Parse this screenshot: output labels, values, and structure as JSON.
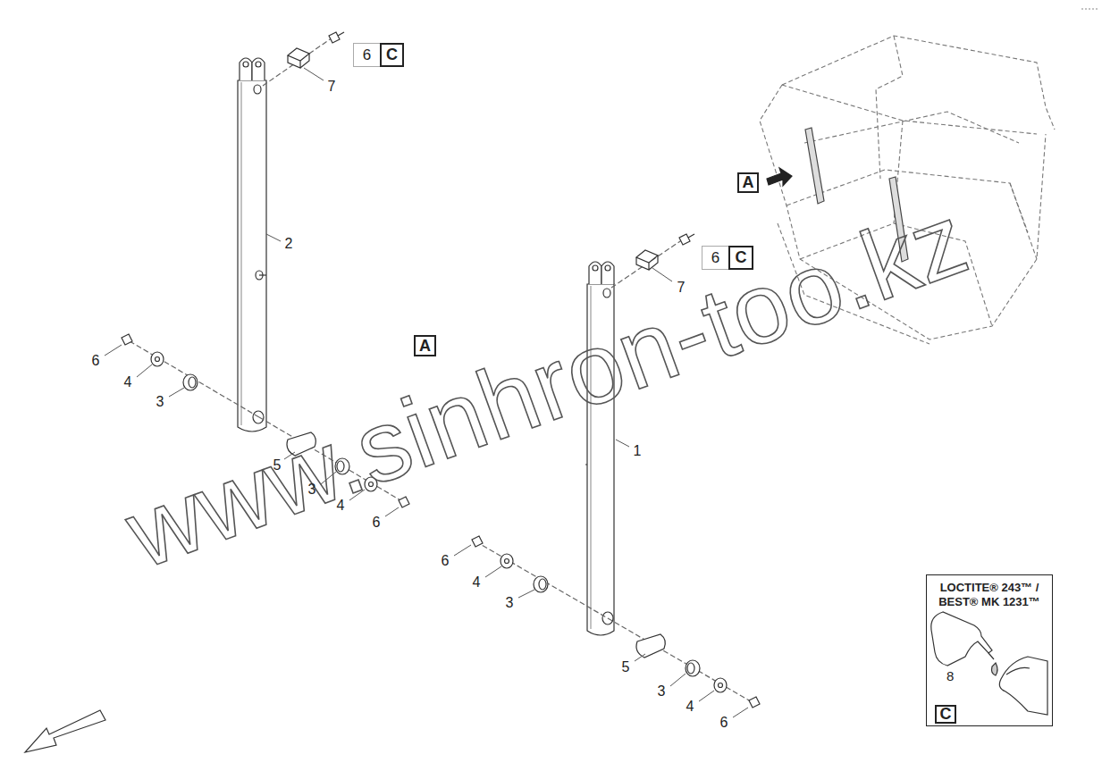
{
  "diagram": {
    "nodes": [
      {
        "text": [
          "6"
        ]
      },
      {
        "text": [
          "C"
        ]
      },
      {
        "text": [
          "6"
        ]
      },
      {
        "text": [
          "C"
        ]
      },
      {
        "text": [
          "A"
        ]
      },
      {
        "text": [
          "A"
        ]
      },
      {
        "text": [
          "LOCTITE® 243™ / BEST® MK 1231™",
          "8"
        ]
      },
      {
        "text": [
          "C"
        ],
        "in": 6
      }
    ],
    "edges": [],
    "labels": [
      "7",
      "2",
      "6",
      "4",
      "3",
      "5",
      "3",
      "4",
      "6",
      "1",
      "7",
      "6",
      "4",
      "3",
      "5",
      "3",
      "4",
      "6",
      "www.sinhron-too.kz"
    ]
  }
}
